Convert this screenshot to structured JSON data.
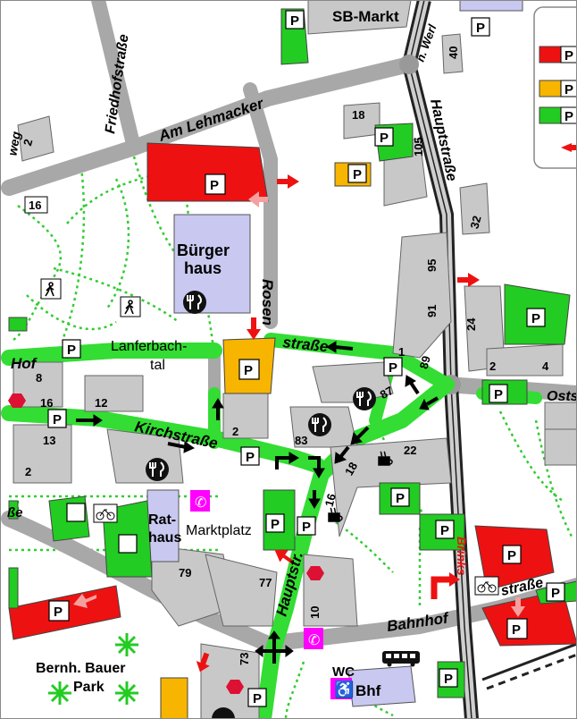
{
  "streets": {
    "friedhofstrasse": "Friedhofstraße",
    "am_lehmacker": "Am Lehmacker",
    "hauptstrasse_north": "Hauptstraße",
    "rosenstrasse_a": "Rosen",
    "rosenstrasse_b": "straße",
    "kirchstrasse": "Kirchstraße",
    "hauptstr_south": "Hauptstr.",
    "bahnhofstrasse_a": "Bahnhof",
    "bahnhofstrasse_b": "straße",
    "oststrasse": "Osts",
    "hof": "Hof",
    "weg_left": "weg",
    "sse_left": "ße",
    "n_werl": "n. Werl",
    "brinkstr": "Brinks"
  },
  "places": {
    "sb_markt": "SB-Markt",
    "buergerhaus_1": "Bürger",
    "buergerhaus_2": "haus",
    "lanferbachtal_1": "Lanferbach-",
    "lanferbachtal_2": "tal",
    "rathaus_1": "Rat-",
    "rathaus_2": "haus",
    "marktplatz": "Marktplatz",
    "park_1": "Bernh. Bauer",
    "park_2": "Park",
    "wc": "WC",
    "bhf": "Bhf"
  },
  "house_numbers": {
    "n2a": "2",
    "n16a": "16",
    "n18": "18",
    "n105": "105",
    "n40": "40",
    "n32": "32",
    "n95": "95",
    "n91": "91",
    "n89": "89",
    "n1": "1",
    "n24": "24",
    "n2b": "2",
    "n4": "4",
    "n87": "87",
    "n83": "83",
    "n2c": "2",
    "n22": "22",
    "n18b": "18",
    "n16b": "16",
    "n8": "8",
    "n16c": "16",
    "n12": "12",
    "n13": "13",
    "n2d": "2",
    "n79": "79",
    "n77": "77",
    "n10": "10",
    "n73": "73"
  },
  "parking_label": "P",
  "legend": {
    "p1": "P",
    "p2": "P",
    "p3": "P"
  },
  "colors": {
    "street_gray": "#a8a8a8",
    "building_gray": "#c8c8c8",
    "route_green": "#33dd33",
    "parking_green": "#22cc22",
    "parking_red": "#ee1111",
    "parking_orange": "#f7b500",
    "public_lavender": "#c8c8f0",
    "pharmacy_red": "#dd1133",
    "phone_magenta": "#ff00ff",
    "rail_dark": "#222222"
  }
}
